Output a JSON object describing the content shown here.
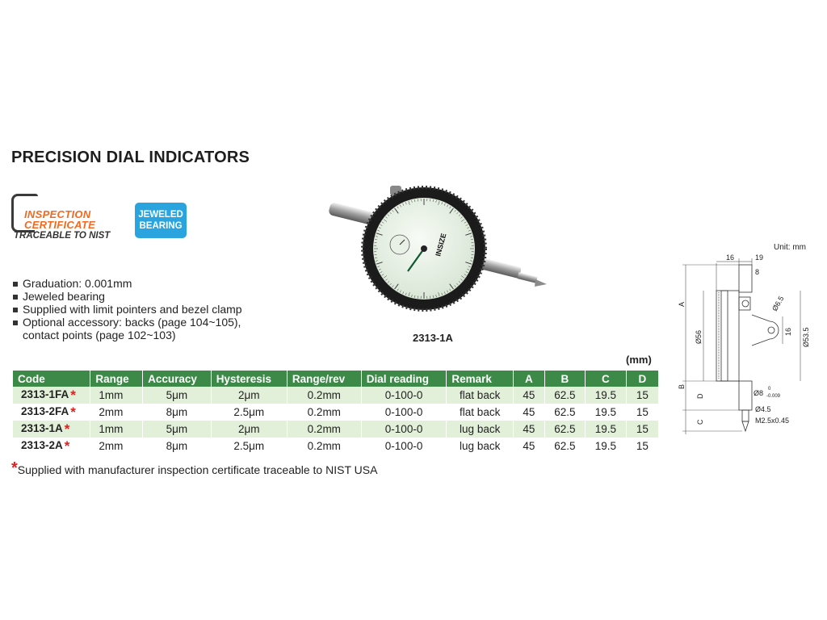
{
  "title": "PRECISION DIAL INDICATORS",
  "certificate": {
    "line1": "INSPECTION",
    "line2": "CERTIFICATE",
    "line3": "TRACEABLE TO NIST"
  },
  "badge": {
    "line1": "JEWELED",
    "line2": "BEARING",
    "color": "#2aa4df"
  },
  "features": [
    "Graduation: 0.001mm",
    "Jeweled bearing",
    "Supplied with limit pointers and bezel clamp",
    "Optional accessory: backs (page 104~105),",
    "contact points (page 102~103)"
  ],
  "product_caption": "2313-1A",
  "dial_brand": "INSIZE",
  "table_unit": "(mm)",
  "table": {
    "headers": [
      "Code",
      "Range",
      "Accuracy",
      "Hysteresis",
      "Range/rev",
      "Dial reading",
      "Remark",
      "A",
      "B",
      "C",
      "D"
    ],
    "rows": [
      [
        "2313-1FA",
        "1mm",
        "5μm",
        "2μm",
        "0.2mm",
        "0-100-0",
        "flat back",
        "45",
        "62.5",
        "19.5",
        "15"
      ],
      [
        "2313-2FA",
        "2mm",
        "8μm",
        "2.5μm",
        "0.2mm",
        "0-100-0",
        "flat back",
        "45",
        "62.5",
        "19.5",
        "15"
      ],
      [
        "2313-1A",
        "1mm",
        "5μm",
        "2μm",
        "0.2mm",
        "0-100-0",
        "lug back",
        "45",
        "62.5",
        "19.5",
        "15"
      ],
      [
        "2313-2A",
        "2mm",
        "8μm",
        "2.5μm",
        "0.2mm",
        "0-100-0",
        "lug back",
        "45",
        "62.5",
        "19.5",
        "15"
      ]
    ],
    "header_color": "#3d8a48",
    "stripe_color": "#e2efd9"
  },
  "star_symbol": "*",
  "footnote": "Supplied with manufacturer inspection certificate traceable to NIST USA",
  "drawing": {
    "unit": "Unit: mm",
    "labels": {
      "d16": "16",
      "d19": "19",
      "d8": "8",
      "phi65": "Ø6.5",
      "phi56": "Ø56",
      "d16v": "16",
      "phi535": "Ø53.5",
      "a": "A",
      "b": "B",
      "c": "C",
      "d": "D",
      "phi8": "Ø8",
      "phi8_sup": "0",
      "phi8_sub": "-0.009",
      "phi45": "Ø4.5",
      "m25": "M2.5x0.45"
    }
  }
}
